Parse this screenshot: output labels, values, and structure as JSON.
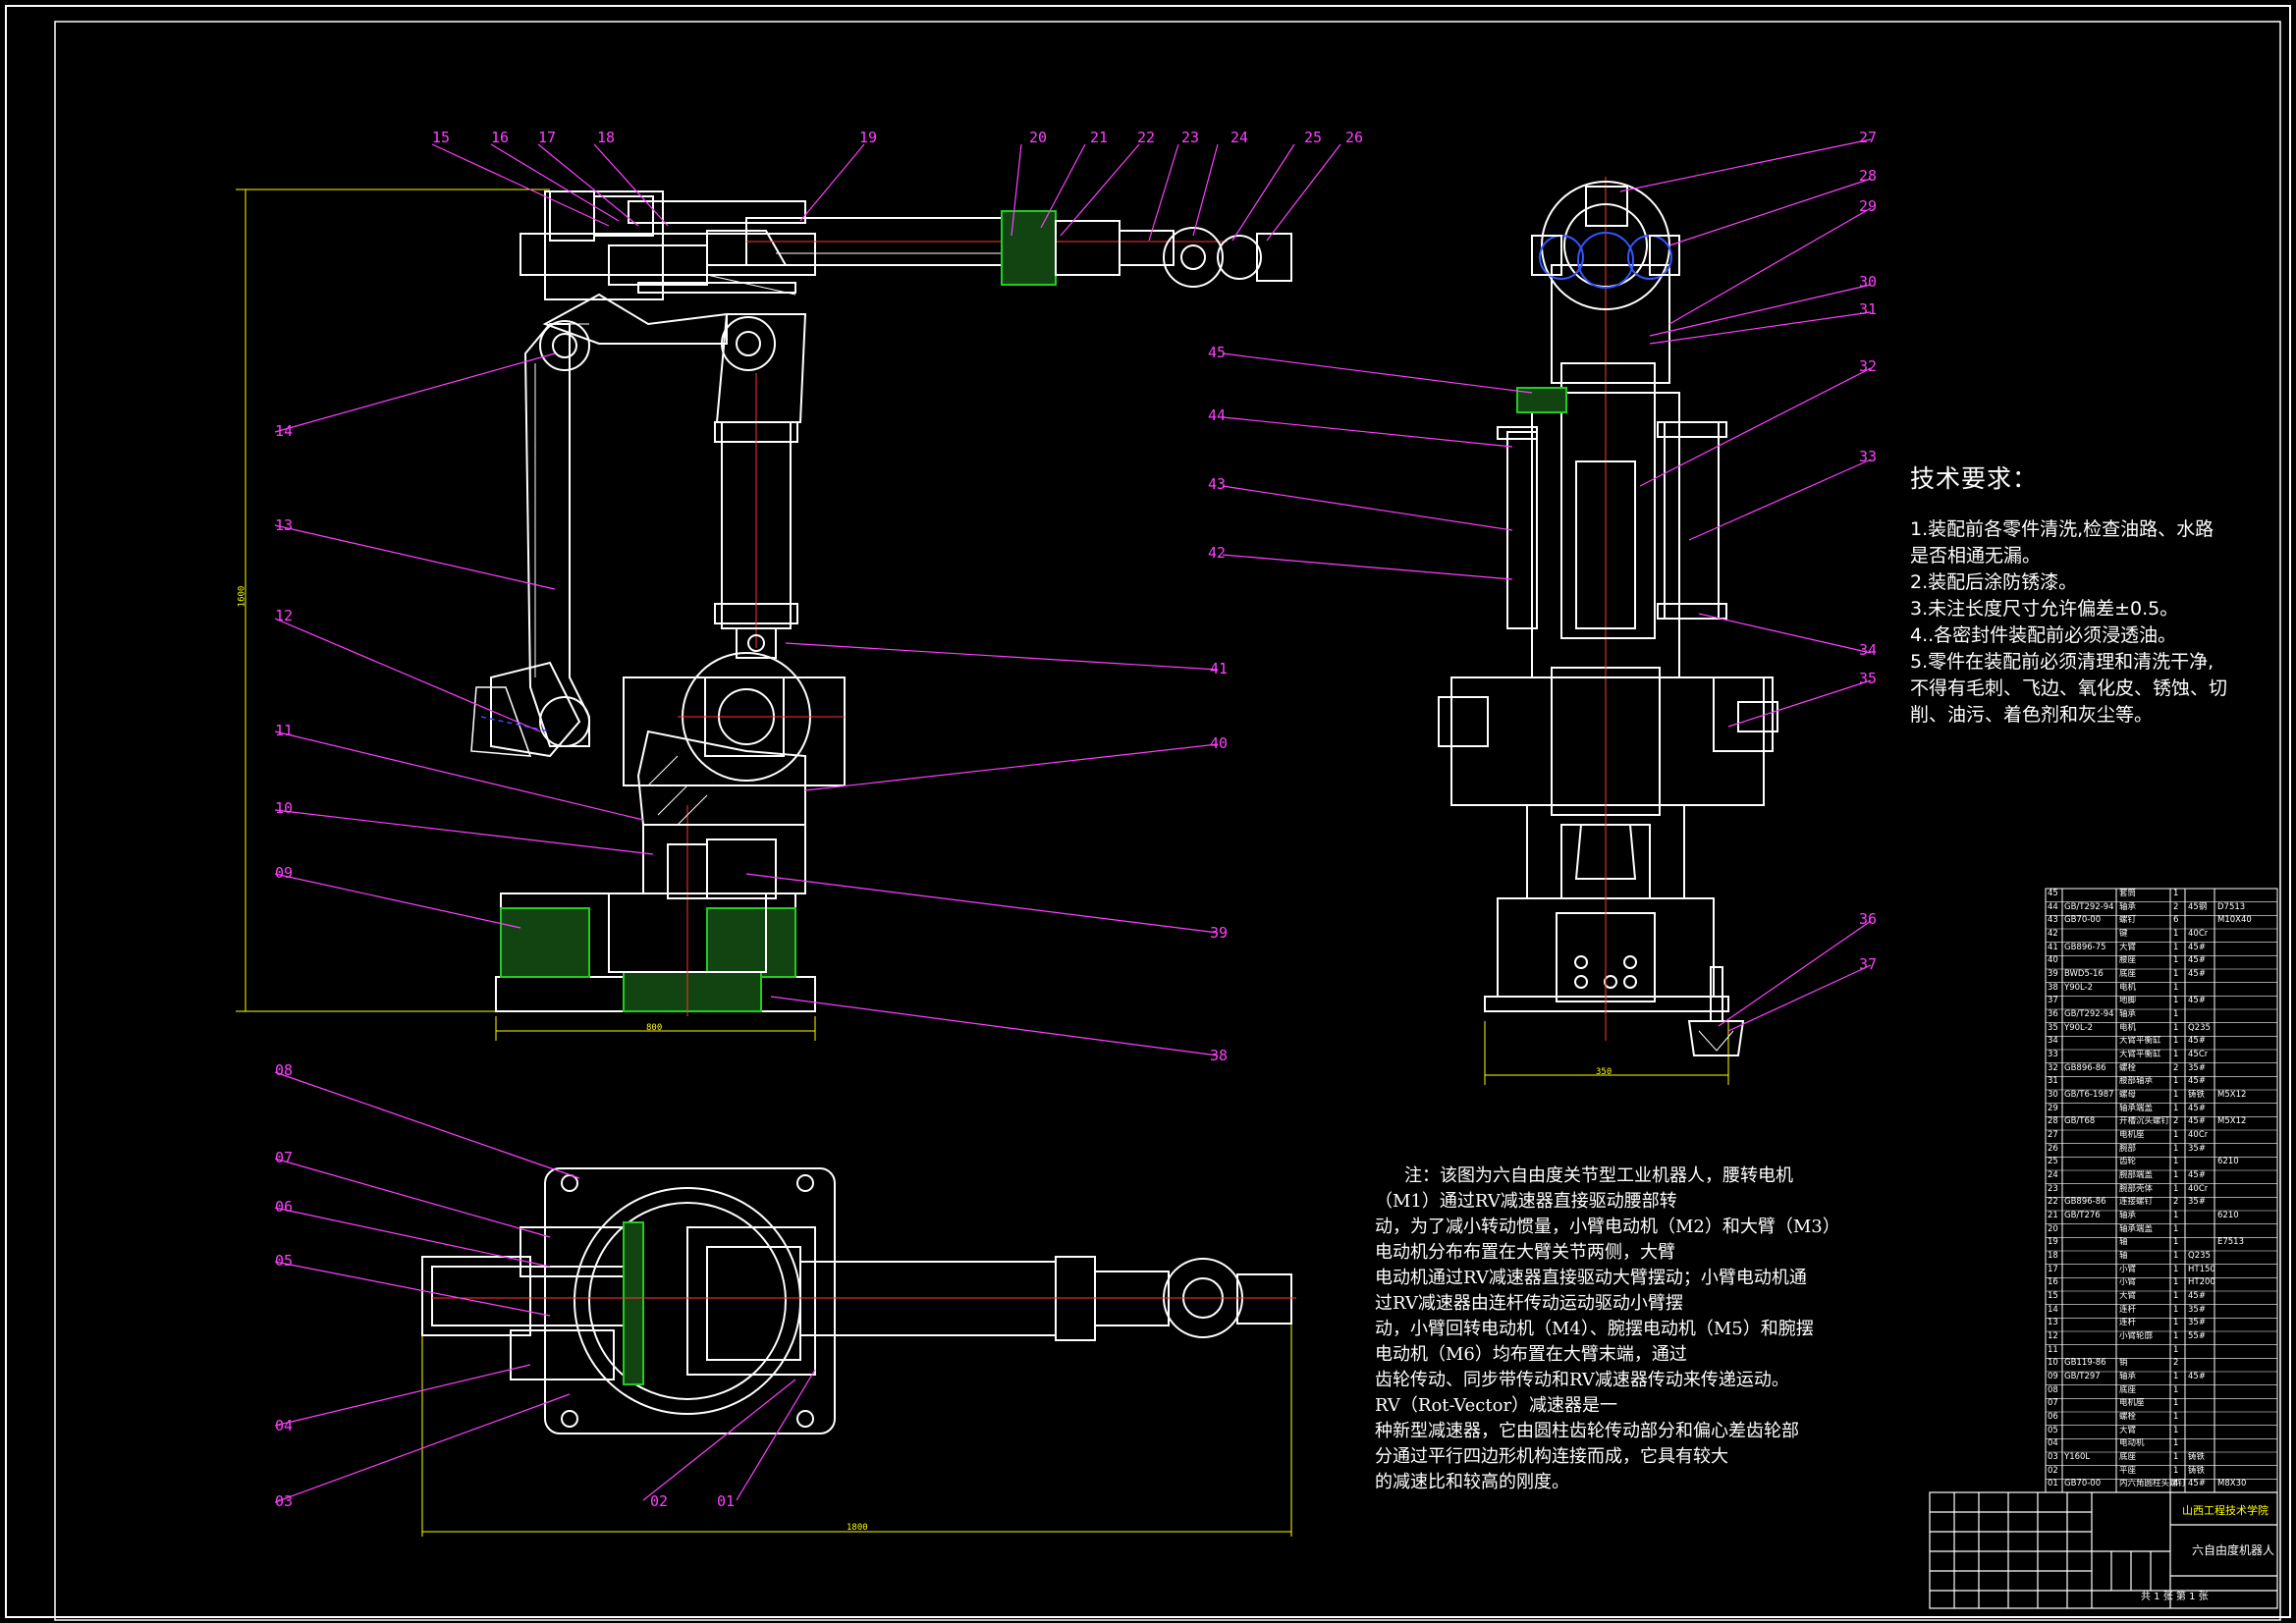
{
  "part_labels": {
    "front_top": [
      "15",
      "16",
      "17",
      "18",
      "19",
      "20",
      "21",
      "22",
      "23",
      "24",
      "25",
      "26"
    ],
    "front_left": [
      "14",
      "13",
      "12",
      "11",
      "10",
      "09"
    ],
    "front_right": [
      "41",
      "40",
      "39",
      "38"
    ],
    "side_right": [
      "27",
      "28",
      "29",
      "30",
      "31",
      "32",
      "33",
      "34",
      "35",
      "36",
      "37"
    ],
    "side_left": [
      "45",
      "44",
      "43",
      "42"
    ],
    "plan_left": [
      "08",
      "07",
      "06",
      "05",
      "04",
      "03"
    ],
    "plan_bottom": [
      "02",
      "01"
    ]
  },
  "dimensions": {
    "front_height": "1600",
    "front_width": "800",
    "side_width": "350",
    "plan_length": "1800"
  },
  "technical_requirements": {
    "title": "技术要求：",
    "items": [
      "1.装配前各零件清洗,检查油路、水路",
      "是否相通无漏。",
      "2.装配后涂防锈漆。",
      "3.未注长度尺寸允许偏差±0.5。",
      "4..各密封件装配前必须浸透油。",
      "5.零件在装配前必须清理和清洗干净,",
      "不得有毛刺、飞边、氧化皮、锈蚀、切",
      "削、油污、着色剂和灰尘等。"
    ]
  },
  "note": {
    "lines": [
      "注：该图为六自由度关节型工业机器人，腰转电机",
      "（M1）通过RV减速器直接驱动腰部转",
      "动，为了减小转动惯量，小臂电动机（M2）和大臂（M3）",
      "电动机分布布置在大臂关节两侧，大臂",
      "电动机通过RV减速器直接驱动大臂摆动；小臂电动机通",
      "过RV减速器由连杆传动运动驱动小臂摆",
      "动，小臂回转电动机（M4）、腕摆电动机（M5）和腕摆",
      "电动机（M6）均布置在大臂末端，通过",
      "齿轮传动、同步带传动和RV减速器传动来传递运动。",
      "RV（Rot-Vector）减速器是一",
      "种新型减速器，它由圆柱齿轮传动部分和偏心差齿轮部",
      "分通过平行四边形机构连接而成，它具有较大",
      "的减速比和较高的刚度。"
    ]
  },
  "bom": {
    "rows": [
      {
        "no": "45",
        "code": "",
        "name": "套筒",
        "qty": "1",
        "mat": "",
        "note": ""
      },
      {
        "no": "44",
        "code": "GB/T292-94",
        "name": "轴承",
        "qty": "2",
        "mat": "45钢",
        "note": "D7513"
      },
      {
        "no": "43",
        "code": "GB70-00",
        "name": "螺钉",
        "qty": "6",
        "mat": "",
        "note": "M10X40"
      },
      {
        "no": "42",
        "code": "",
        "name": "键",
        "qty": "1",
        "mat": "40Cr",
        "note": ""
      },
      {
        "no": "41",
        "code": "GB896-75",
        "name": "大臂",
        "qty": "1",
        "mat": "45#",
        "note": ""
      },
      {
        "no": "40",
        "code": "",
        "name": "腰座",
        "qty": "1",
        "mat": "45#",
        "note": ""
      },
      {
        "no": "39",
        "code": "BWD5-16",
        "name": "底座",
        "qty": "1",
        "mat": "45#",
        "note": ""
      },
      {
        "no": "38",
        "code": "Y90L-2",
        "name": "电机",
        "qty": "1",
        "mat": "",
        "note": ""
      },
      {
        "no": "37",
        "code": "",
        "name": "地脚",
        "qty": "1",
        "mat": "45#",
        "note": ""
      },
      {
        "no": "36",
        "code": "GB/T292-94",
        "name": "轴承",
        "qty": "1",
        "mat": "",
        "note": ""
      },
      {
        "no": "35",
        "code": "Y90L-2",
        "name": "电机",
        "qty": "1",
        "mat": "Q235",
        "note": ""
      },
      {
        "no": "34",
        "code": "",
        "name": "大臂平衡缸",
        "qty": "1",
        "mat": "45#",
        "note": ""
      },
      {
        "no": "33",
        "code": "",
        "name": "大臂平衡缸",
        "qty": "1",
        "mat": "45Cr",
        "note": ""
      },
      {
        "no": "32",
        "code": "GB896-86",
        "name": "螺栓",
        "qty": "2",
        "mat": "35#",
        "note": ""
      },
      {
        "no": "31",
        "code": "",
        "name": "腰部轴承",
        "qty": "1",
        "mat": "45#",
        "note": ""
      },
      {
        "no": "30",
        "code": "GB/T6-1987",
        "name": "螺母",
        "qty": "1",
        "mat": "铸铁",
        "note": "M5X12"
      },
      {
        "no": "29",
        "code": "",
        "name": "轴承端盖",
        "qty": "1",
        "mat": "45#",
        "note": ""
      },
      {
        "no": "28",
        "code": "GB/T68",
        "name": "开槽沉头螺钉",
        "qty": "2",
        "mat": "45#",
        "note": "M5X12"
      },
      {
        "no": "27",
        "code": "",
        "name": "电机座",
        "qty": "1",
        "mat": "40Cr",
        "note": ""
      },
      {
        "no": "26",
        "code": "",
        "name": "腕部",
        "qty": "1",
        "mat": "35#",
        "note": ""
      },
      {
        "no": "25",
        "code": "",
        "name": "齿轮",
        "qty": "1",
        "mat": "",
        "note": "6210"
      },
      {
        "no": "24",
        "code": "",
        "name": "腕部端盖",
        "qty": "1",
        "mat": "45#",
        "note": ""
      },
      {
        "no": "23",
        "code": "",
        "name": "腕部壳体",
        "qty": "1",
        "mat": "40Cr",
        "note": ""
      },
      {
        "no": "22",
        "code": "GB896-86",
        "name": "连接螺钉",
        "qty": "2",
        "mat": "35#",
        "note": ""
      },
      {
        "no": "21",
        "code": "GB/T276",
        "name": "轴承",
        "qty": "1",
        "mat": "",
        "note": "6210"
      },
      {
        "no": "20",
        "code": "",
        "name": "轴承端盖",
        "qty": "1",
        "mat": "",
        "note": ""
      },
      {
        "no": "19",
        "code": "",
        "name": "轴",
        "qty": "1",
        "mat": "",
        "note": "E7513"
      },
      {
        "no": "18",
        "code": "",
        "name": "轴",
        "qty": "1",
        "mat": "Q235",
        "note": ""
      },
      {
        "no": "17",
        "code": "",
        "name": "小臂",
        "qty": "1",
        "mat": "HT150",
        "note": ""
      },
      {
        "no": "16",
        "code": "",
        "name": "小臂",
        "qty": "1",
        "mat": "HT200",
        "note": ""
      },
      {
        "no": "15",
        "code": "",
        "name": "大臂",
        "qty": "1",
        "mat": "45#",
        "note": ""
      },
      {
        "no": "14",
        "code": "",
        "name": "连杆",
        "qty": "1",
        "mat": "35#",
        "note": ""
      },
      {
        "no": "13",
        "code": "",
        "name": "连杆",
        "qty": "1",
        "mat": "35#",
        "note": ""
      },
      {
        "no": "12",
        "code": "",
        "name": "小臂轮廓",
        "qty": "1",
        "mat": "55#",
        "note": ""
      },
      {
        "no": "11",
        "code": "",
        "name": "",
        "qty": "1",
        "mat": "",
        "note": ""
      },
      {
        "no": "10",
        "code": "GB119-86",
        "name": "销",
        "qty": "2",
        "mat": "",
        "note": ""
      },
      {
        "no": "09",
        "code": "GB/T297",
        "name": "轴承",
        "qty": "1",
        "mat": "45#",
        "note": ""
      },
      {
        "no": "08",
        "code": "",
        "name": "底座",
        "qty": "1",
        "mat": "",
        "note": ""
      },
      {
        "no": "07",
        "code": "",
        "name": "电机座",
        "qty": "1",
        "mat": "",
        "note": ""
      },
      {
        "no": "06",
        "code": "",
        "name": "螺栓",
        "qty": "1",
        "mat": "",
        "note": ""
      },
      {
        "no": "05",
        "code": "",
        "name": "大臂",
        "qty": "1",
        "mat": "",
        "note": ""
      },
      {
        "no": "04",
        "code": "",
        "name": "电动机",
        "qty": "1",
        "mat": "",
        "note": ""
      },
      {
        "no": "03",
        "code": "Y160L",
        "name": "底座",
        "qty": "1",
        "mat": "铸铁",
        "note": ""
      },
      {
        "no": "02",
        "code": "",
        "name": "平座",
        "qty": "1",
        "mat": "铸铁",
        "note": ""
      },
      {
        "no": "01",
        "code": "GB70-00",
        "name": "内六角圆柱头螺钉",
        "qty": "4",
        "mat": "45#",
        "note": "M8X30"
      }
    ]
  },
  "title_block": {
    "school": "山西工程技术学院",
    "drawing_name": "六自由度机器人",
    "sheet": "共 1 张  第 1 张"
  },
  "colors": {
    "background": "#000000",
    "outline": "#ffffff",
    "leader": "#ff3fff",
    "dimension": "#ffff00",
    "hatch": "#22cc22",
    "centerline": "#ff3333",
    "hidden": "#3355ff"
  }
}
